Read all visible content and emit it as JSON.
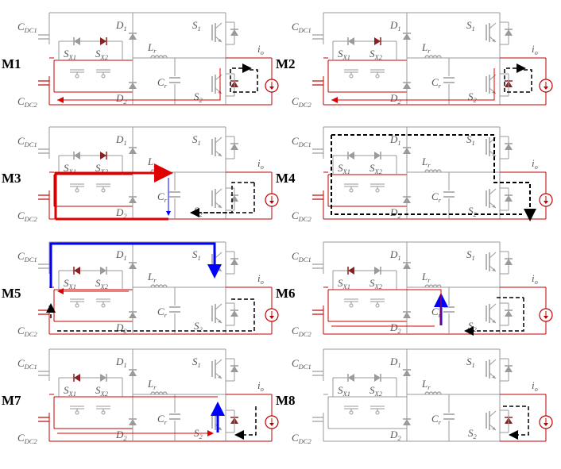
{
  "modes": [
    "M1",
    "M2",
    "M3",
    "M4",
    "M5",
    "M6",
    "M7",
    "M8"
  ],
  "labels": {
    "cdc1": {
      "main": "C",
      "sub": "DC1"
    },
    "cdc2": {
      "main": "C",
      "sub": "DC2"
    },
    "sx1": {
      "main": "S",
      "sub": "X1"
    },
    "sx2": {
      "main": "S",
      "sub": "X2"
    },
    "d1": {
      "main": "D",
      "sub": "1"
    },
    "d2": {
      "main": "D",
      "sub": "2"
    },
    "lr": {
      "main": "L",
      "sub": "r"
    },
    "cr": {
      "main": "C",
      "sub": "r"
    },
    "s1": {
      "main": "S",
      "sub": "1"
    },
    "s2": {
      "main": "S",
      "sub": "2"
    },
    "io": {
      "main": "i",
      "sub": "o"
    }
  },
  "colors": {
    "component_gray": "#9a9a9a",
    "active_red": "#c00000",
    "dark_red": "#8b2020",
    "current_blue": "#0000ff",
    "load_current": "#000000"
  }
}
